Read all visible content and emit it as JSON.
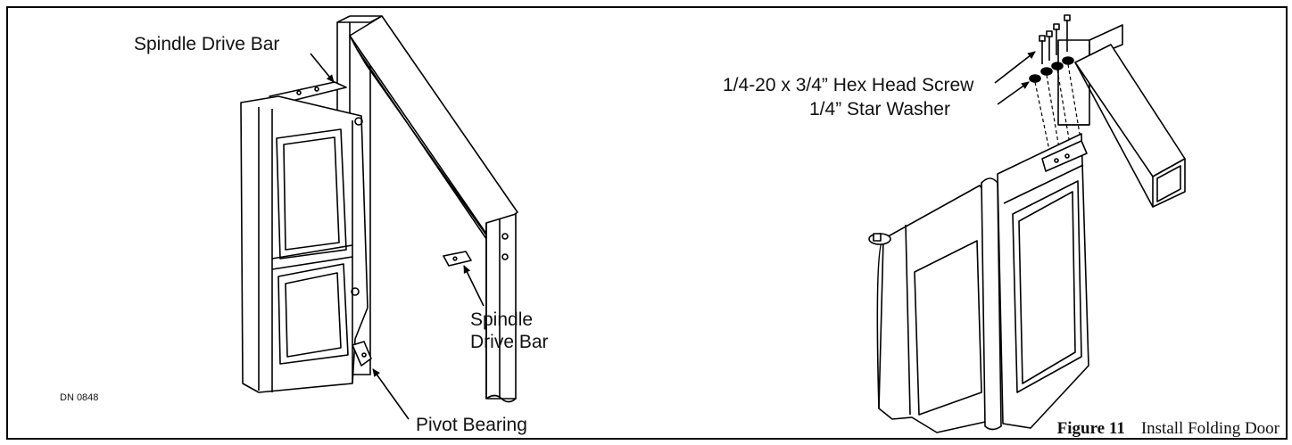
{
  "left_figure": {
    "label_spindle_top": "Spindle Drive Bar",
    "label_spindle_mid_line1": "Spindle",
    "label_spindle_mid_line2": "Drive Bar",
    "label_pivot": "Pivot Bearing",
    "drawing_number": "DN 0848"
  },
  "right_figure": {
    "label_screw": "1/4-20 x 3/4” Hex Head Screw",
    "label_washer": "1/4” Star Washer"
  },
  "caption": {
    "number": "Figure 11",
    "title": "Install Folding Door"
  }
}
